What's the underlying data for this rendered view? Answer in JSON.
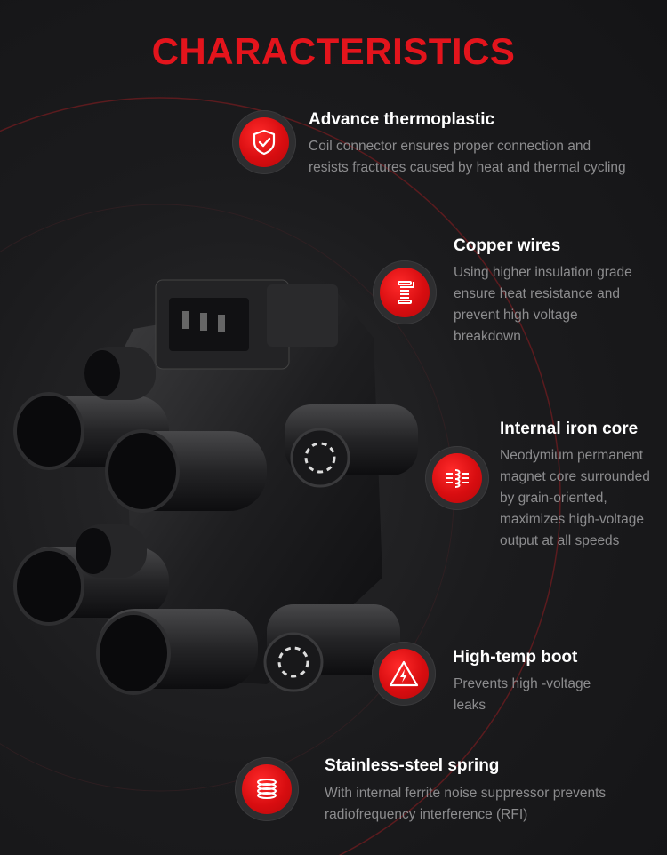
{
  "title": "CHARACTERISTICS",
  "features": [
    {
      "icon": "shield-check-icon",
      "title": "Advance thermoplastic",
      "lines": [
        "Coil connector ensures proper connection and",
        "resists fractures caused by heat and thermal cycling"
      ]
    },
    {
      "icon": "copper-coil-icon",
      "title": "Copper wires",
      "lines": [
        "Using higher insulation grade",
        "ensure heat resistance and",
        "prevent high voltage",
        "breakdown"
      ]
    },
    {
      "icon": "iron-core-icon",
      "title": "Internal iron core",
      "lines": [
        "Neodymium permanent",
        "magnet core surrounded",
        "by grain-oriented,",
        "maximizes high-voltage",
        "output at all speeds"
      ]
    },
    {
      "icon": "high-voltage-warning-icon",
      "title": "High-temp boot",
      "lines": [
        "Prevents high -voltage",
        "leaks"
      ]
    },
    {
      "icon": "spring-icon",
      "title": "Stainless-steel spring",
      "lines": [
        "With internal ferrite noise suppressor prevents",
        "radiofrequency interference (RFI)"
      ]
    }
  ],
  "colors": {
    "accent": "#e3141c",
    "background": "#1b1b1d",
    "text": "#ffffff",
    "muted": "#8c8c8e"
  }
}
